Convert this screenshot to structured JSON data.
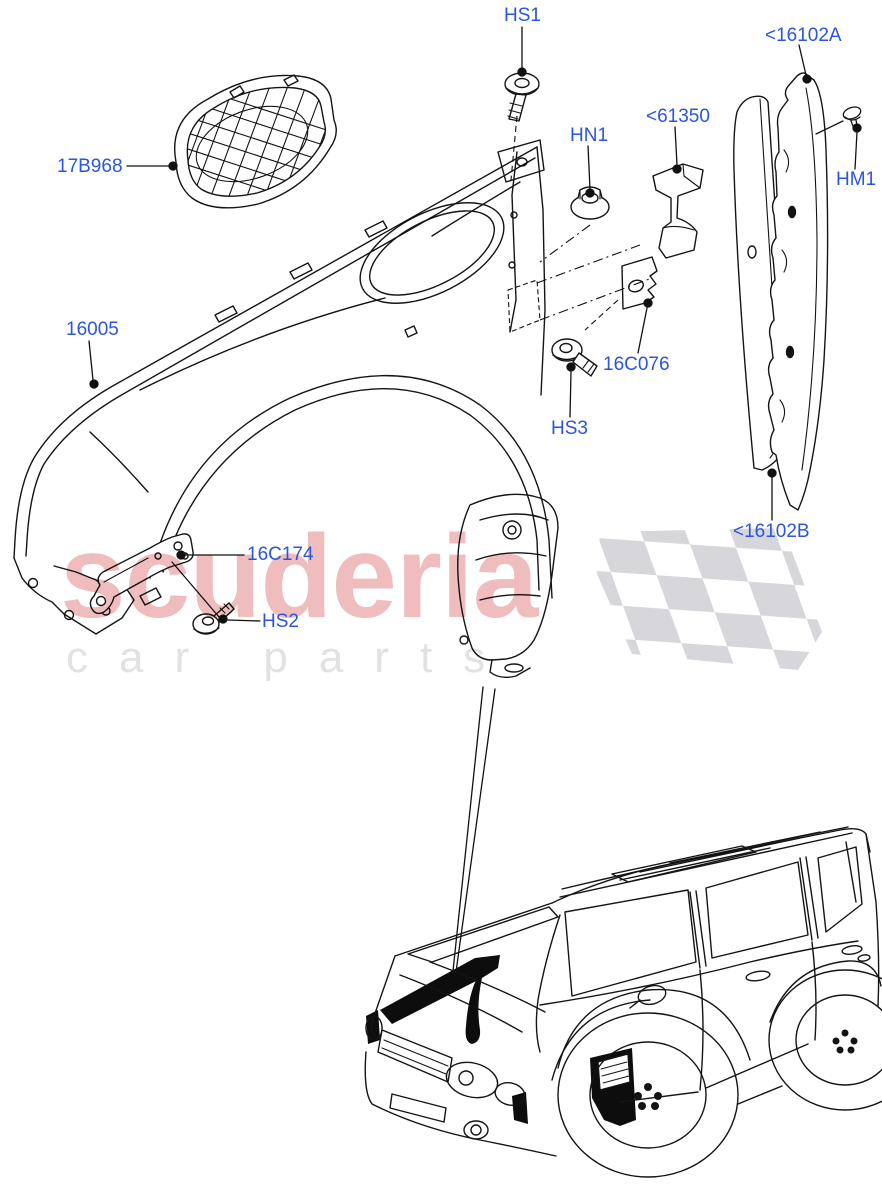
{
  "colors": {
    "label_blue": "#2B55DC",
    "artwork_line": "#141414",
    "watermark_pink": "#EFBDBD",
    "watermark_gray": "#E2E2E4",
    "flag_gray": "#D7D7DB",
    "background": "#FFFFFF"
  },
  "icons": {
    "checkered_flag": "sheared-checkerboard-pattern"
  },
  "watermark": {
    "primary_text": "scuderia",
    "secondary_text": "car parts"
  },
  "labels": [
    {
      "id": "hs1",
      "text": "HS1"
    },
    {
      "id": "16102a",
      "text": "<16102A"
    },
    {
      "id": "hn1",
      "text": "HN1"
    },
    {
      "id": "61350",
      "text": "<61350"
    },
    {
      "id": "hm1",
      "text": "HM1"
    },
    {
      "id": "17b968",
      "text": "17B968"
    },
    {
      "id": "16005",
      "text": "16005"
    },
    {
      "id": "16c076",
      "text": "16C076"
    },
    {
      "id": "hs3",
      "text": "HS3"
    },
    {
      "id": "16c174",
      "text": "16C174"
    },
    {
      "id": "hs2",
      "text": "HS2"
    },
    {
      "id": "16102b",
      "text": "<16102B"
    }
  ]
}
